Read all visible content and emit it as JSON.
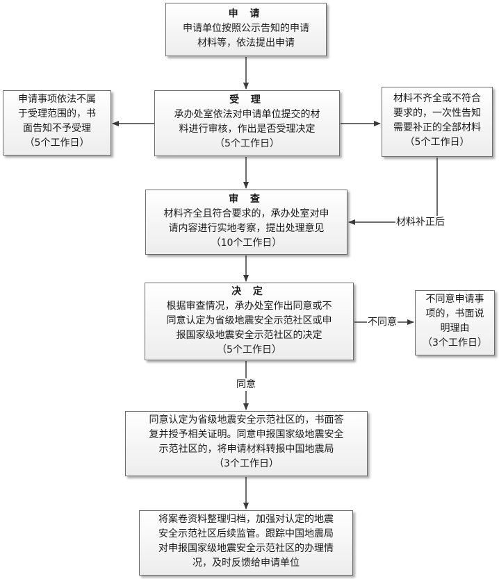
{
  "diagram": {
    "step_apply": {
      "title": "申 请",
      "lines": [
        "申请单位按照公示告知的申请",
        "材料等，依法提出申请"
      ]
    },
    "step_accept": {
      "title": "受 理",
      "lines": [
        "承办处室依法对申请单位提交的材",
        "料进行审核，作出是否受理决定",
        "（5个工作日）"
      ]
    },
    "side_reject": {
      "lines": [
        "申请事项依法不属",
        "于受理范围的，书",
        "面告知不予受理",
        "（5个工作日）"
      ]
    },
    "side_supplement": {
      "lines": [
        "材料不齐全或不符合",
        "要求的，一次性告知",
        "需要补正的全部材料",
        "（5个工作日）"
      ]
    },
    "step_review": {
      "title": "审 查",
      "lines": [
        "材料齐全且符合要求的，承办处室对申",
        "请内容进行实地考察，提出处理意见",
        "（10个工作日）"
      ]
    },
    "step_decide": {
      "title": "决 定",
      "lines": [
        "根据审查情况，承办处室作出同意或不",
        "同意认定为省级地震安全示范社区或申",
        "报国家级地震安全示范社区的决定",
        "（5个工作日）"
      ]
    },
    "side_disagree": {
      "lines": [
        "不同意申请事",
        "项的，书面说",
        "明理由",
        "（3个工作日）"
      ]
    },
    "step_agree": {
      "lines": [
        "同意认定为省级地震安全示范社区的，书面答",
        "复并授予相关证明。同意申报国家级地震安全",
        "示范社区的，将申请材料转报中国地震局",
        "（3个工作日）"
      ]
    },
    "step_archive": {
      "lines": [
        "将案卷资料整理归档，加强对认定的地震",
        "安全示范社区后续监管。跟踪中国地震局",
        "对申报国家级地震安全示范社区的办理情",
        "况，及时反馈给申请单位"
      ]
    },
    "edge_labels": {
      "supplemented": "材料补正后",
      "disagree": "不同意",
      "agree": "同意"
    }
  }
}
